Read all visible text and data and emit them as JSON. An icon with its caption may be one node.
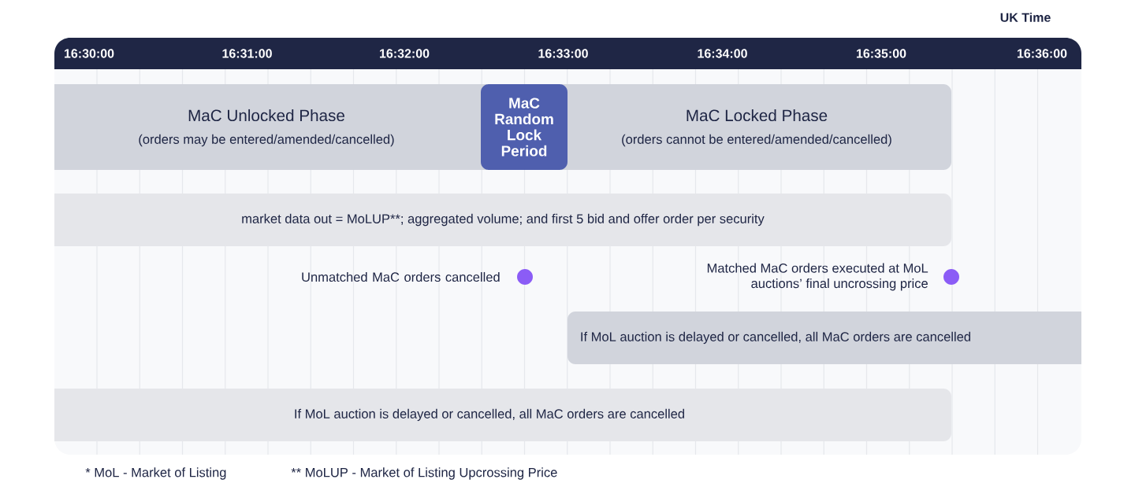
{
  "diagram": {
    "nodes": [
      {
        "text": [
          "MaC Unlocked Phase",
          "(orders may be entered/amended/cancelled)"
        ]
      },
      {
        "text": [
          "MaC Random Lock Period"
        ]
      },
      {
        "text": [
          "MaC Locked Phase",
          "(orders cannot be entered/amended/cancelled)"
        ]
      },
      {
        "text": [
          "market data out = MoLUP**; aggregated volume; and first 5 bid and offer order per security"
        ]
      },
      {
        "text": [],
        "shape": "circle",
        "beside": [
          "Unmatched MaC orders cancelled"
        ]
      },
      {
        "text": [],
        "shape": "circle",
        "beside": [
          "Matched MaC orders executed at MoL auctions’ final uncrossing price"
        ]
      },
      {
        "text": [
          "If MoL auction is delayed or cancelled, all MaC orders are cancelled"
        ]
      },
      {
        "text": [
          "If MoL auction is delayed or cancelled, all MaC orders are cancelled"
        ]
      }
    ],
    "labels": [
      "UK Time",
      "16:30:00",
      "16:31:00",
      "16:32:00",
      "16:33:00",
      "16:34:00",
      "16:35:00",
      "16:36:00",
      "* MoL - Market of Listing",
      "** MoLUP - Market of Listing Upcrossing Price"
    ]
  }
}
